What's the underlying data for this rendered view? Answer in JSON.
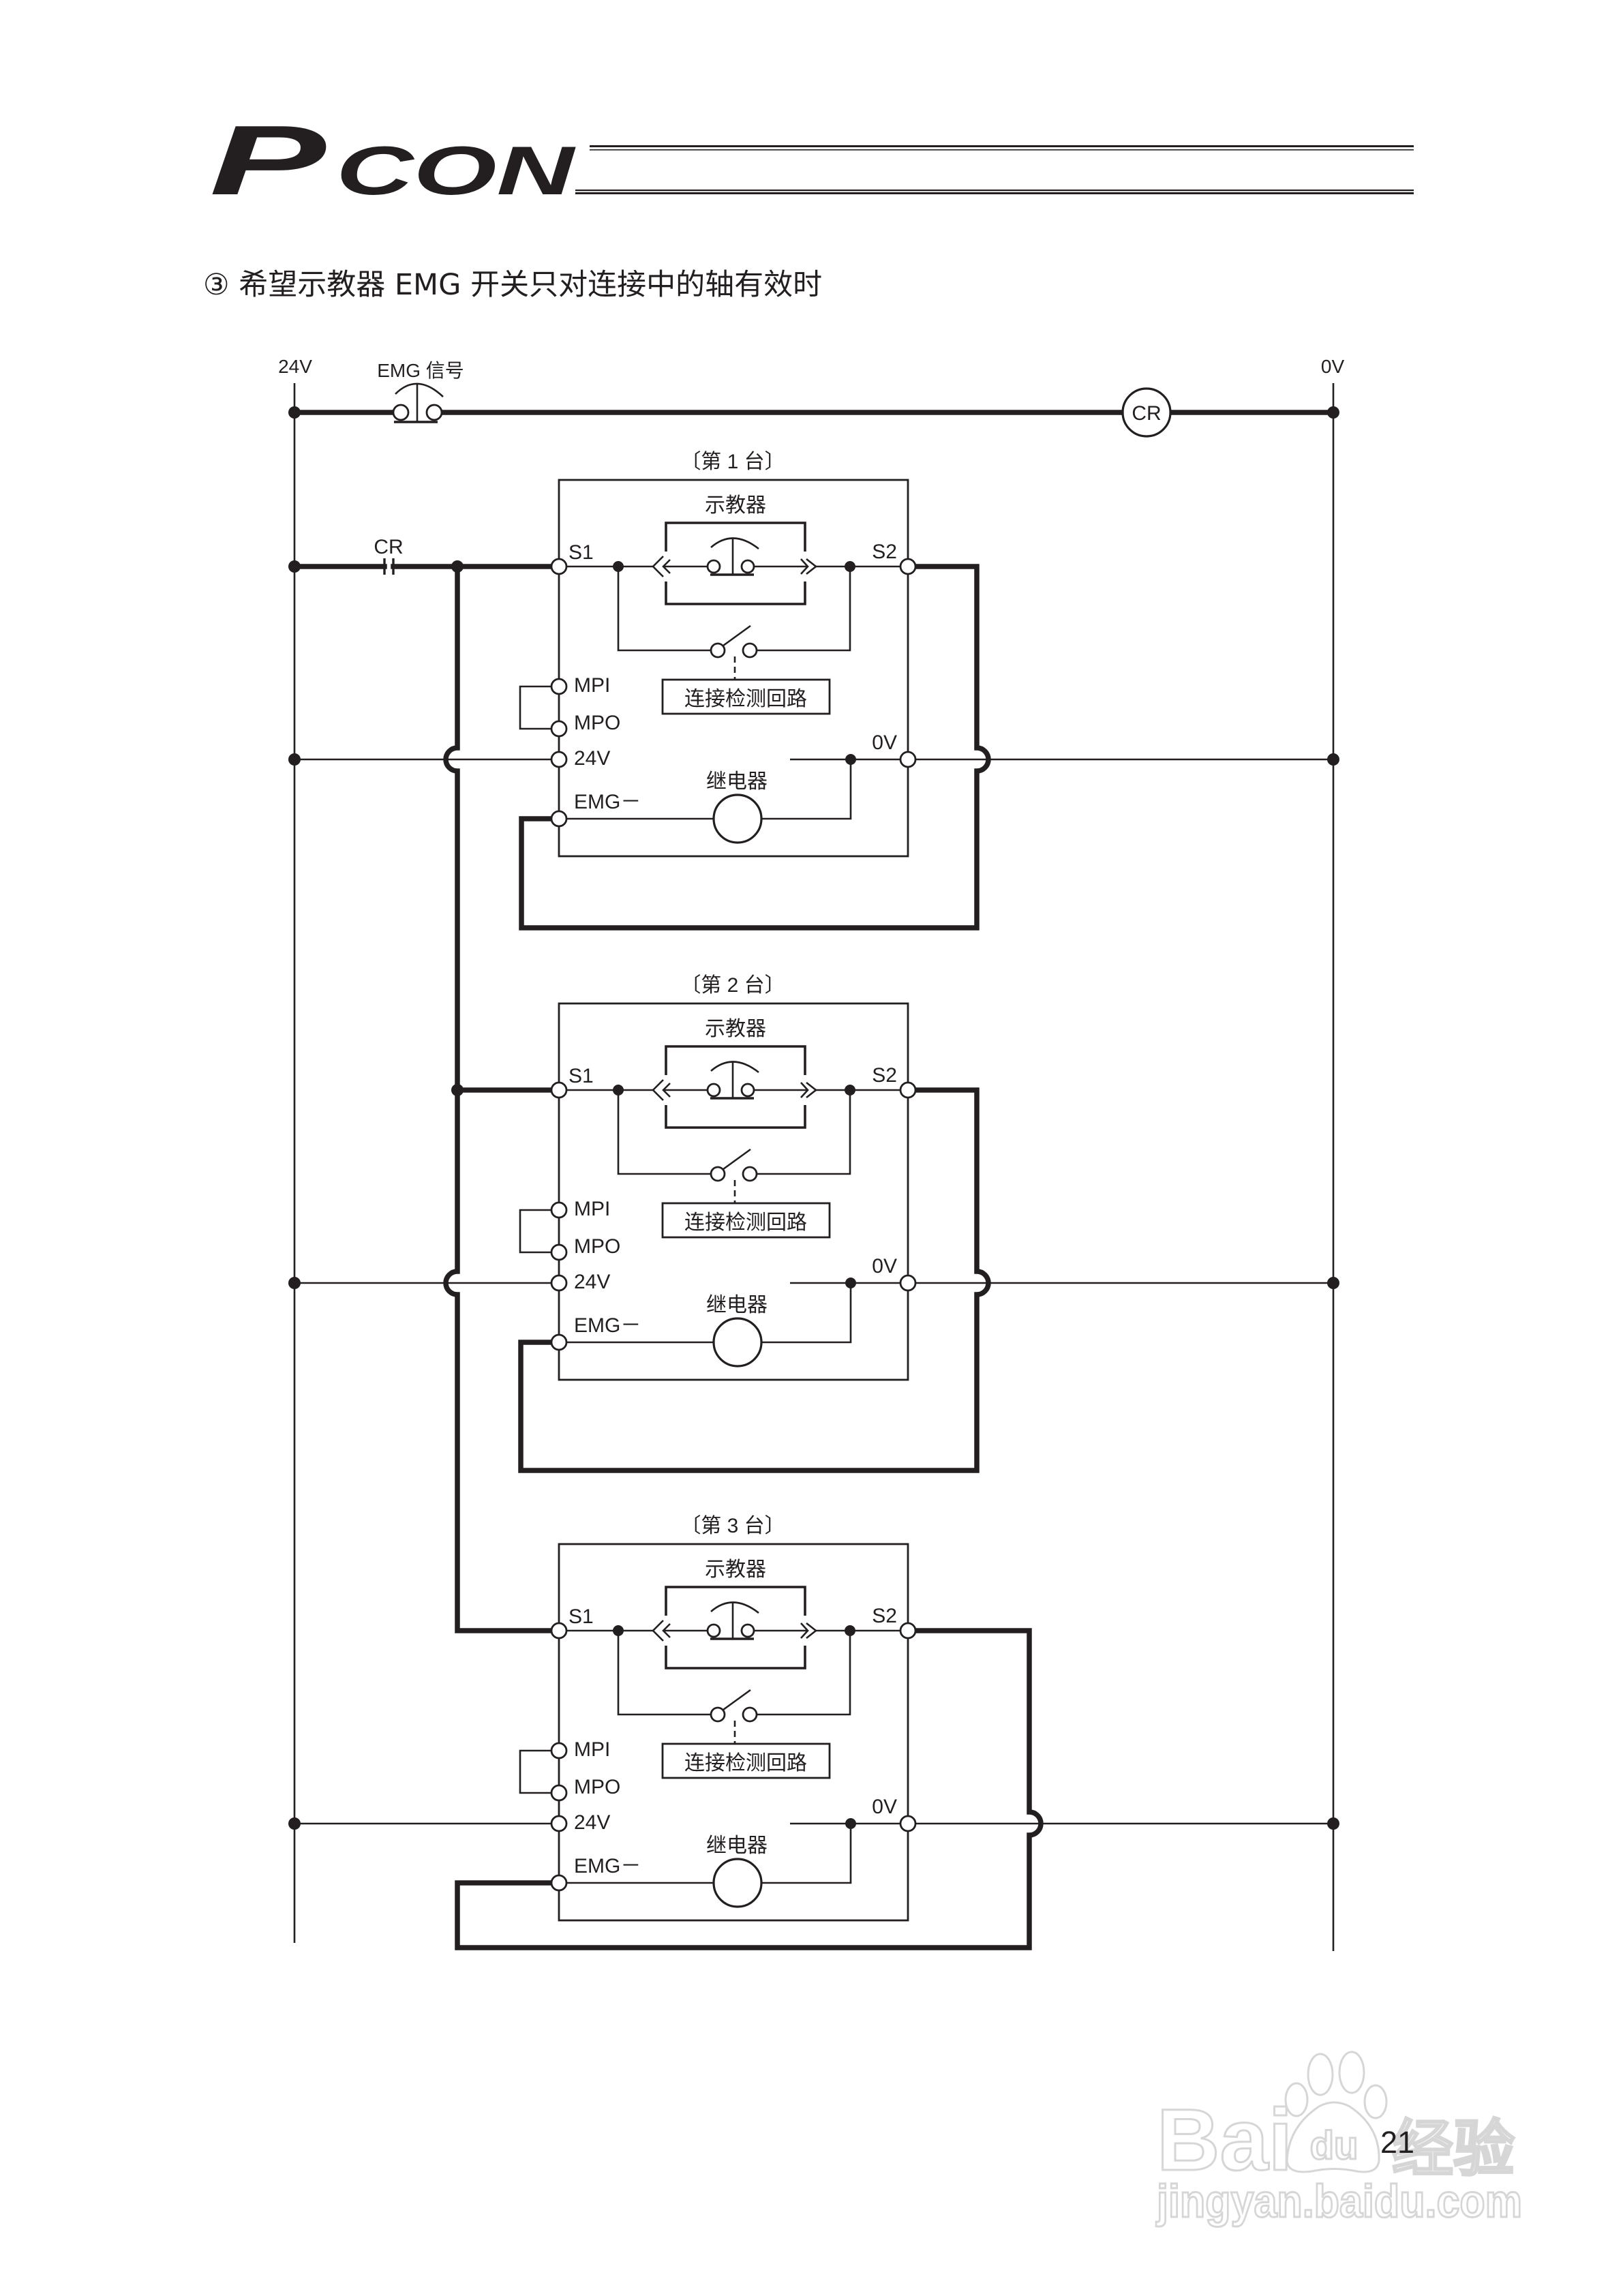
{
  "header": {
    "logo_p": "P",
    "logo_con": "CON"
  },
  "section_title": "③ 希望示教器 EMG 开关只对连接中的轴有效时",
  "power_rails": {
    "positive": "24V",
    "negative": "0V"
  },
  "top_circuit": {
    "emg_signal_label": "EMG 信号",
    "cr_coil_label": "CR",
    "cr_contact_label": "CR"
  },
  "units": [
    {
      "title": "〔第 1 台〕",
      "pendant_label": "示教器",
      "detect_circuit_label": "连接检测回路",
      "relay_label": "继电器",
      "terminals": {
        "s1": "S1",
        "s2": "S2",
        "mpi": "MPI",
        "mpo": "MPO",
        "v24": "24V",
        "v0": "0V",
        "emg": "EMG－"
      }
    },
    {
      "title": "〔第 2 台〕",
      "pendant_label": "示教器",
      "detect_circuit_label": "连接检测回路",
      "relay_label": "继电器",
      "terminals": {
        "s1": "S1",
        "s2": "S2",
        "mpi": "MPI",
        "mpo": "MPO",
        "v24": "24V",
        "v0": "0V",
        "emg": "EMG－"
      }
    },
    {
      "title": "〔第 3 台〕",
      "pendant_label": "示教器",
      "detect_circuit_label": "连接检测回路",
      "relay_label": "继电器",
      "terminals": {
        "s1": "S1",
        "s2": "S2",
        "mpi": "MPI",
        "mpo": "MPO",
        "v24": "24V",
        "v0": "0V",
        "emg": "EMG－"
      }
    }
  ],
  "page_number": "21",
  "watermark": {
    "brand_latin": "Bai",
    "brand_du": "du",
    "brand_cn": "经验",
    "url": "jingyan.baidu.com"
  }
}
